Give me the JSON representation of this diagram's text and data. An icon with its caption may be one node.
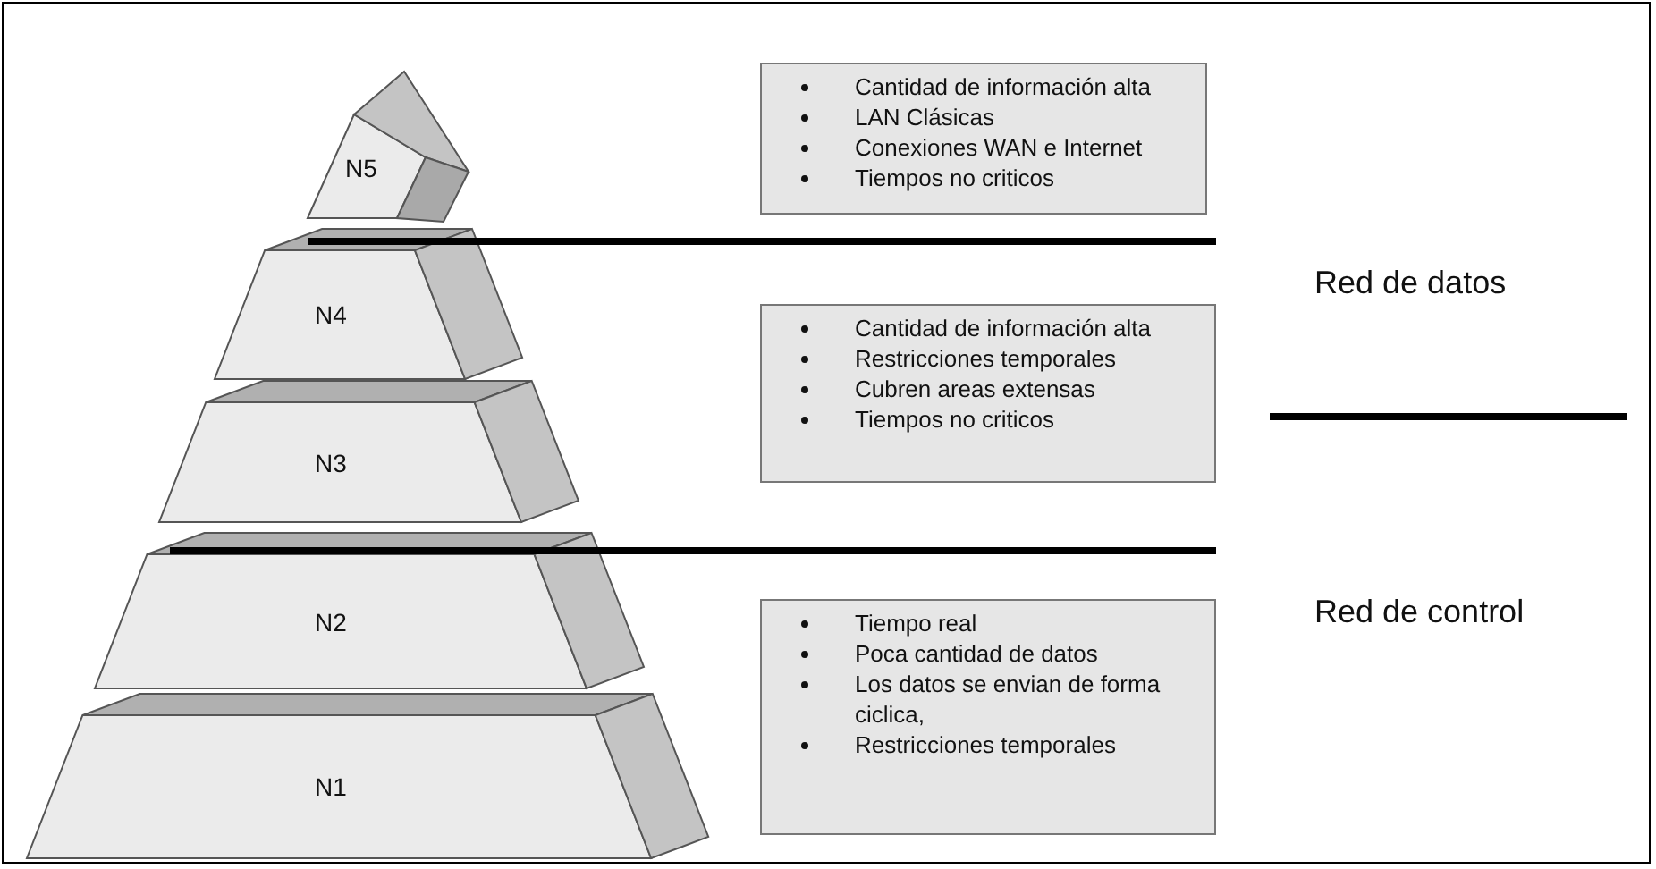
{
  "diagram": {
    "nodes": [
      {
        "text": [
          "N5"
        ]
      },
      {
        "text": [
          "N4"
        ]
      },
      {
        "text": [
          "N3"
        ]
      },
      {
        "text": [
          "N2"
        ]
      },
      {
        "text": [
          "N1"
        ]
      },
      {
        "text": [
          "Cantidad de información alta",
          "LAN Clásicas",
          "Conexiones WAN e Internet",
          "Tiempos no criticos"
        ]
      },
      {
        "text": [
          "Cantidad de información alta",
          "Restricciones temporales",
          "Cubren areas extensas",
          "Tiempos no criticos"
        ]
      },
      {
        "text": [
          "Tiempo real",
          "Poca cantidad de datos",
          "Los datos se envian de forma ciclica,",
          "Restricciones temporales"
        ]
      }
    ],
    "labels": [
      "Red de datos",
      "Red de control"
    ]
  }
}
